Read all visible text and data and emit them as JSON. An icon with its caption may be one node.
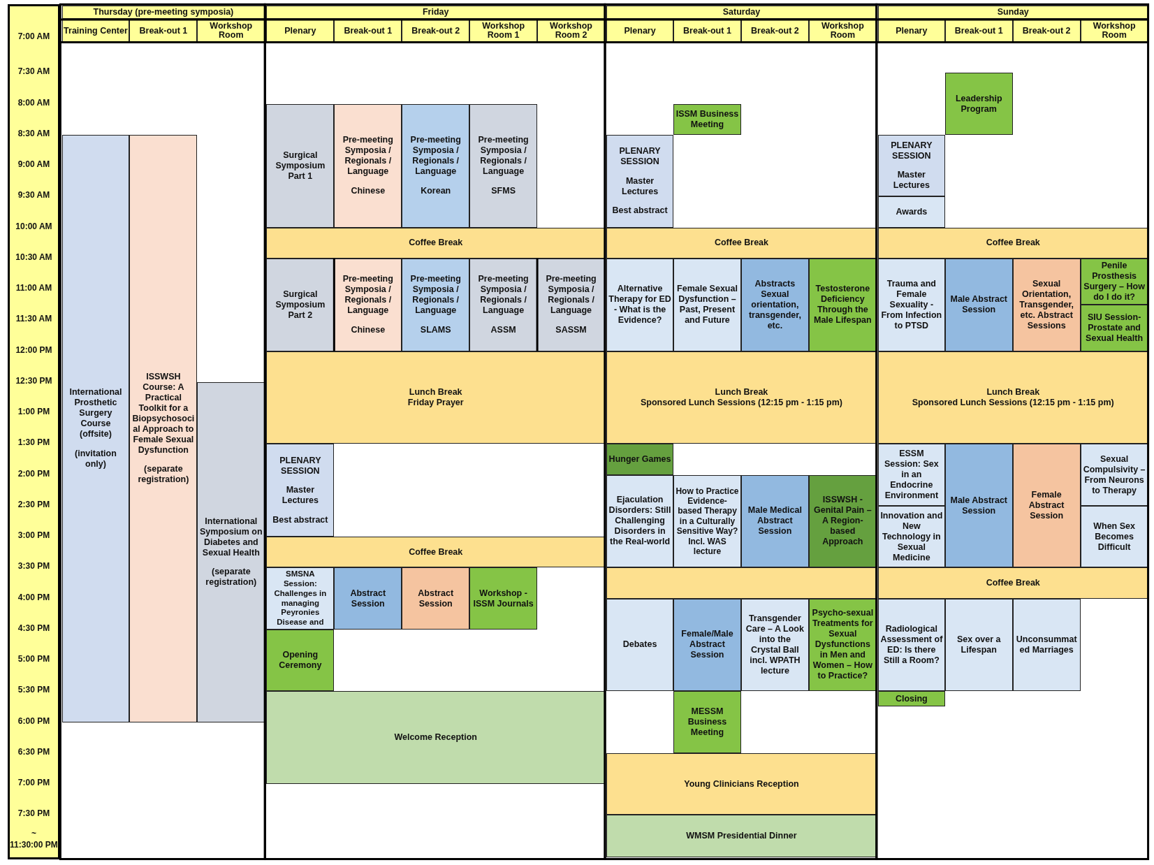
{
  "diagram": {
    "nodes": [
      {
        "text": [
          "Thursday (pre-meeting symposia)"
        ]
      },
      {
        "text": [
          "Friday"
        ]
      },
      {
        "text": [
          "Saturday"
        ]
      },
      {
        "text": [
          "Sunday"
        ]
      },
      {
        "text": [
          "Training Center"
        ]
      },
      {
        "text": [
          "Break-out 1"
        ]
      },
      {
        "text": [
          "Workshop Room"
        ]
      },
      {
        "text": [
          "Plenary"
        ]
      },
      {
        "text": [
          "Break-out 1"
        ]
      },
      {
        "text": [
          "Break-out 2"
        ]
      },
      {
        "text": [
          "Workshop Room 1"
        ]
      },
      {
        "text": [
          "Workshop Room 2"
        ]
      },
      {
        "text": [
          "Plenary"
        ]
      },
      {
        "text": [
          "Break-out 1"
        ]
      },
      {
        "text": [
          "Break-out 2"
        ]
      },
      {
        "text": [
          "Workshop Room"
        ]
      },
      {
        "text": [
          "Plenary"
        ]
      },
      {
        "text": [
          "Break-out 1"
        ]
      },
      {
        "text": [
          "Break-out 2"
        ]
      },
      {
        "text": [
          "Workshop Room"
        ]
      },
      {
        "text": [
          "International Prosthetic Surgery Course (offsite)",
          "(invitation only)"
        ]
      },
      {
        "text": [
          "ISSWSH Course: A Practical Toolkit for a Biopsychosocial Approach to Female Sexual Dysfunction",
          "(separate registration)"
        ]
      },
      {
        "text": [
          "International Symposium on Diabetes and Sexual Health",
          "(separate registration)"
        ]
      },
      {
        "text": [
          "Surgical Symposium Part 1"
        ]
      },
      {
        "text": [
          "Pre-meeting Symposia / Regionals / Language",
          "Chinese"
        ]
      },
      {
        "text": [
          "Pre-meeting Symposia / Regionals / Language",
          "Korean"
        ]
      },
      {
        "text": [
          "Pre-meeting Symposia / Regionals / Language",
          "SFMS"
        ]
      },
      {
        "text": [
          "Coffee Break"
        ]
      },
      {
        "text": [
          "Surgical Symposium Part 2"
        ]
      },
      {
        "text": [
          "Pre-meeting Symposia / Regionals / Language",
          "Chinese"
        ]
      },
      {
        "text": [
          "Pre-meeting Symposia / Regionals / Language",
          "SLAMS"
        ]
      },
      {
        "text": [
          "Pre-meeting Symposia / Regionals / Language",
          "ASSM"
        ]
      },
      {
        "text": [
          "Pre-meeting Symposia / Regionals / Language",
          "SASSM"
        ]
      },
      {
        "text": [
          "Lunch Break",
          "Friday Prayer"
        ]
      },
      {
        "text": [
          "PLENARY SESSION",
          "Master Lectures",
          "Best abstract"
        ]
      },
      {
        "text": [
          "Coffee Break"
        ]
      },
      {
        "text": [
          "SMSNA Session: Challenges in managing Peyronies Disease and"
        ]
      },
      {
        "text": [
          "Abstract Session"
        ]
      },
      {
        "text": [
          "Abstract Session"
        ]
      },
      {
        "text": [
          "Workshop - ISSM Journals"
        ]
      },
      {
        "text": [
          "Opening Ceremony"
        ]
      },
      {
        "text": [
          "Welcome Reception"
        ]
      },
      {
        "text": [
          "ISSM Business Meeting"
        ]
      },
      {
        "text": [
          "PLENARY SESSION",
          "Master Lectures",
          "Best abstract"
        ]
      },
      {
        "text": [
          "Coffee Break"
        ]
      },
      {
        "text": [
          "Alternative Therapy for ED - What is the Evidence?"
        ]
      },
      {
        "text": [
          "Female Sexual Dysfunction – Past, Present and Future"
        ]
      },
      {
        "text": [
          "Abstracts Sexual orientation, transgender, etc."
        ]
      },
      {
        "text": [
          "Testosterone Deficiency Through the Male Lifespan"
        ]
      },
      {
        "text": [
          "Lunch Break",
          "Sponsored Lunch Sessions (12:15 pm - 1:15 pm)"
        ]
      },
      {
        "text": [
          "Hunger Games"
        ]
      },
      {
        "text": [
          "Ejaculation Disorders: Still Challenging Disorders in the Real-world"
        ]
      },
      {
        "text": [
          "How to Practice Evidence-based Therapy in a Culturally Sensitive Way?",
          "Incl. WAS lecture"
        ]
      },
      {
        "text": [
          "Male Medical Abstract Session"
        ]
      },
      {
        "text": [
          "ISSWSH - Genital Pain – A Region-based Approach"
        ]
      },
      {
        "text": [],
        "shape": "box"
      },
      {
        "text": [
          "Debates"
        ]
      },
      {
        "text": [
          "Female/Male Abstract Session"
        ]
      },
      {
        "text": [
          "Transgender Care – A Look into the Crystal Ball",
          "incl. WPATH lecture"
        ]
      },
      {
        "text": [
          "Psycho-sexual Treatments for Sexual Dysfunctions in Men and Women – How to Practice?"
        ]
      },
      {
        "text": [
          "MESSM Business Meeting"
        ]
      },
      {
        "text": [
          "Young Clinicians Reception"
        ]
      },
      {
        "text": [
          "WMSM Presidential Dinner"
        ]
      },
      {
        "text": [
          "Leadership Program"
        ]
      },
      {
        "text": [
          "PLENARY SESSION",
          "Master Lectures"
        ]
      },
      {
        "text": [
          "Awards"
        ]
      },
      {
        "text": [
          "Coffee Break"
        ]
      },
      {
        "text": [
          "Trauma and Female Sexuality - From Infection to PTSD"
        ]
      },
      {
        "text": [
          "Male Abstract Session"
        ]
      },
      {
        "text": [
          "Sexual Orientation, Transgender, etc. Abstract Sessions"
        ]
      },
      {
        "text": [
          "Penile Prosthesis Surgery – How do I do it?"
        ]
      },
      {
        "text": [
          "SIU Session- Prostate and Sexual Health"
        ]
      },
      {
        "text": [
          "Lunch Break",
          "Sponsored Lunch Sessions (12:15 pm - 1:15 pm)"
        ]
      },
      {
        "text": [
          "ESSM Session: Sex in an Endocrine Environment"
        ]
      },
      {
        "text": [
          "Innovation and New Technology in Sexual Medicine"
        ]
      },
      {
        "text": [
          "Male Abstract Session"
        ]
      },
      {
        "text": [
          "Female Abstract Session"
        ]
      },
      {
        "text": [
          "Sexual Compulsivity – From Neurons to Therapy"
        ]
      },
      {
        "text": [
          "When Sex Becomes Difficult"
        ]
      },
      {
        "text": [
          "Coffee Break"
        ]
      },
      {
        "text": [
          "Radiological Assessment of ED: Is there Still a Room?"
        ]
      },
      {
        "text": [
          "Sex over a Lifespan"
        ]
      },
      {
        "text": [
          "Unconsummated Marriages"
        ]
      },
      {
        "text": [
          "Closing"
        ]
      }
    ],
    "labels": [
      "7:00 AM",
      "7:30 AM",
      "8:00 AM",
      "8:30 AM",
      "9:00 AM",
      "9:30 AM",
      "10:00 AM",
      "10:30 AM",
      "11:00 AM",
      "11:30 AM",
      "12:00 PM",
      "12:30 PM",
      "1:00 PM",
      "1:30 PM",
      "2:00 PM",
      "2:30 PM",
      "3:00 PM",
      "3:30 PM",
      "4:00 PM",
      "4:30 PM",
      "5:00 PM",
      "5:30 PM",
      "6:00 PM",
      "6:30 PM",
      "7:00 PM",
      "7:30 PM",
      "~",
      "11:30:00 PM"
    ]
  }
}
